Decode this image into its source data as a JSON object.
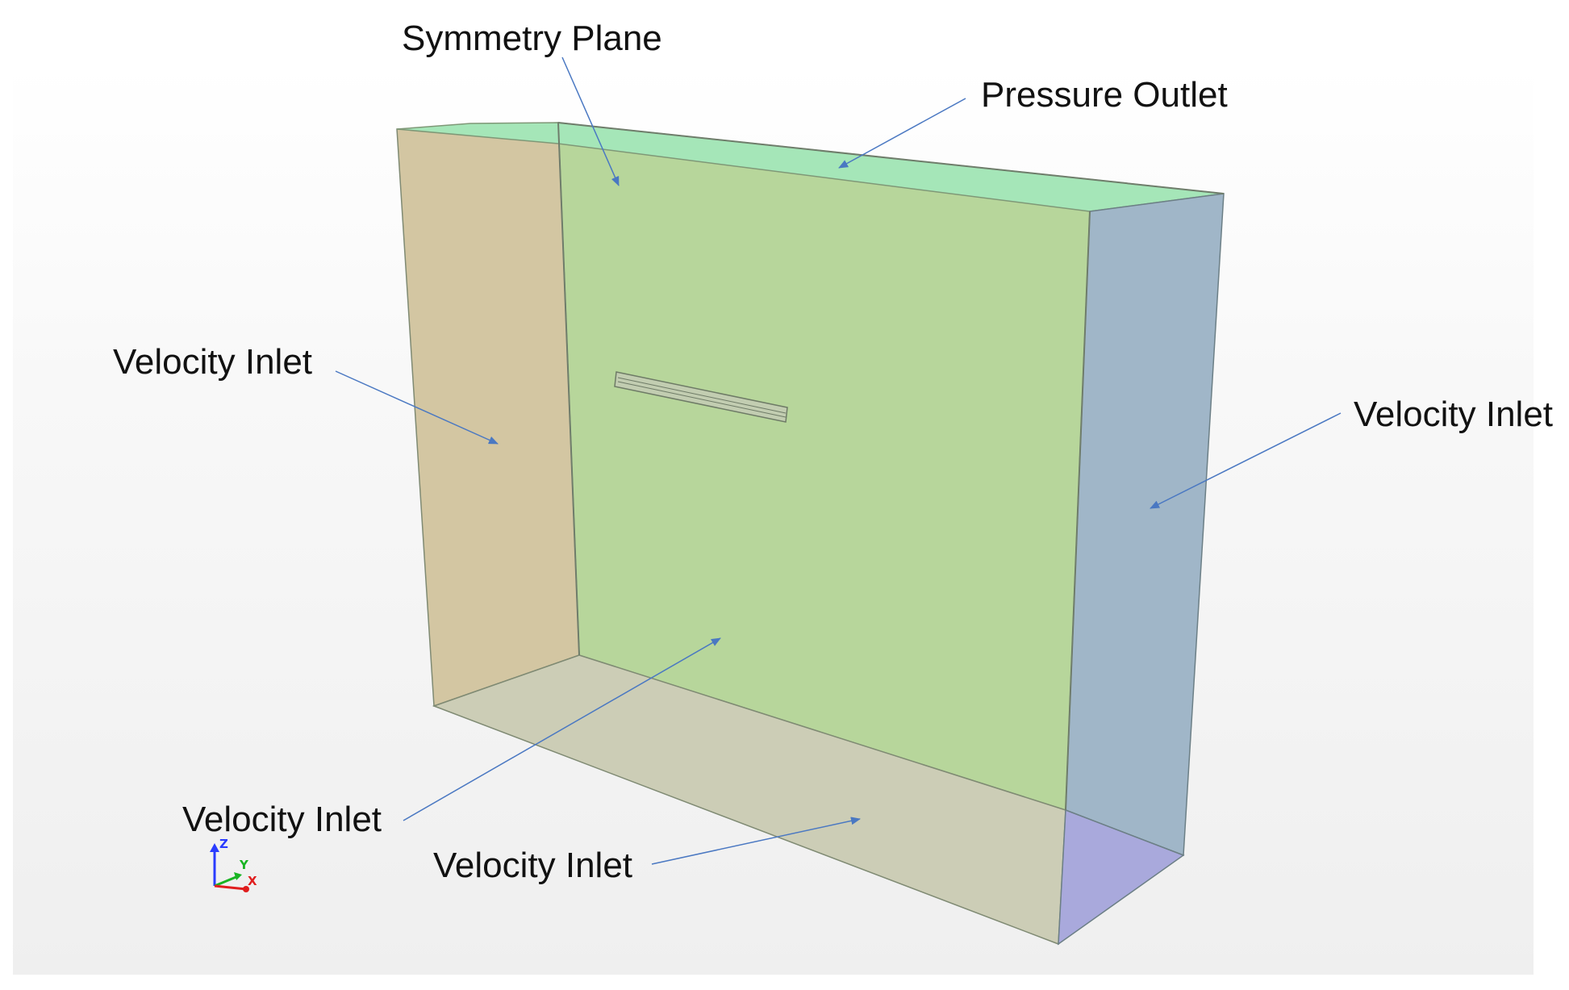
{
  "labels": {
    "symmetry_plane": "Symmetry Plane",
    "pressure_outlet": "Pressure Outlet",
    "velocity_inlet_left": "Velocity Inlet",
    "velocity_inlet_right": "Velocity Inlet",
    "velocity_inlet_back": "Velocity Inlet",
    "velocity_inlet_bottom": "Velocity Inlet"
  },
  "axis_triad": {
    "z": "Z",
    "y": "Y",
    "x": "X"
  },
  "colors": {
    "symmetry_plane": "#b7d69b",
    "pressure_outlet": "#a5e6b8",
    "velocity_inlet_left": "#d3c6a2",
    "velocity_inlet_right": "#a0b6c8",
    "velocity_inlet_bottom": "#cccdb6",
    "velocity_inlet_corner": "#a9a9dc",
    "leader_line": "#4a78c2",
    "edge": "#707e6e"
  }
}
